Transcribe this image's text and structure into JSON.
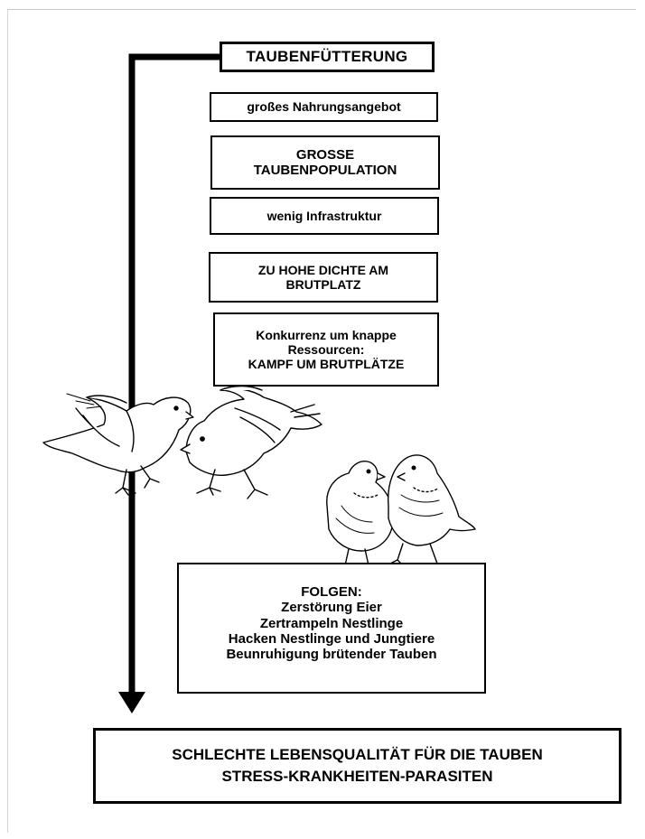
{
  "title": "TAUBENFÜTTERUNG",
  "steps": [
    {
      "lines": [
        "großes Nahrungsangebot"
      ]
    },
    {
      "lines": [
        "GROSSE",
        "TAUBENPOPULATION"
      ]
    },
    {
      "lines": [
        "wenig Infrastruktur"
      ]
    },
    {
      "lines": [
        "ZU HOHE DICHTE AM",
        "BRUTPLATZ"
      ]
    },
    {
      "lines": [
        "Konkurrenz um knappe",
        "Ressourcen:",
        "KAMPF UM BRUTPLÄTZE"
      ]
    }
  ],
  "consequences": {
    "heading": "FOLGEN:",
    "items": [
      "Zerstörung Eier",
      "Zertrampeln Nestlinge",
      "Hacken Nestlinge und Jungtiere",
      "Beunruhigung brütender Tauben"
    ]
  },
  "result": {
    "lines": [
      "SCHLECHTE LEBENSQUALITÄT FÜR DIE TAUBEN",
      "STRESS-KRANKHEITEN-PARASITEN"
    ]
  },
  "illustrations": [
    "fighting-pigeons-illustration",
    "perched-pigeon-pair-illustration"
  ],
  "colors": {
    "ink": "#000000",
    "paper": "#ffffff"
  }
}
